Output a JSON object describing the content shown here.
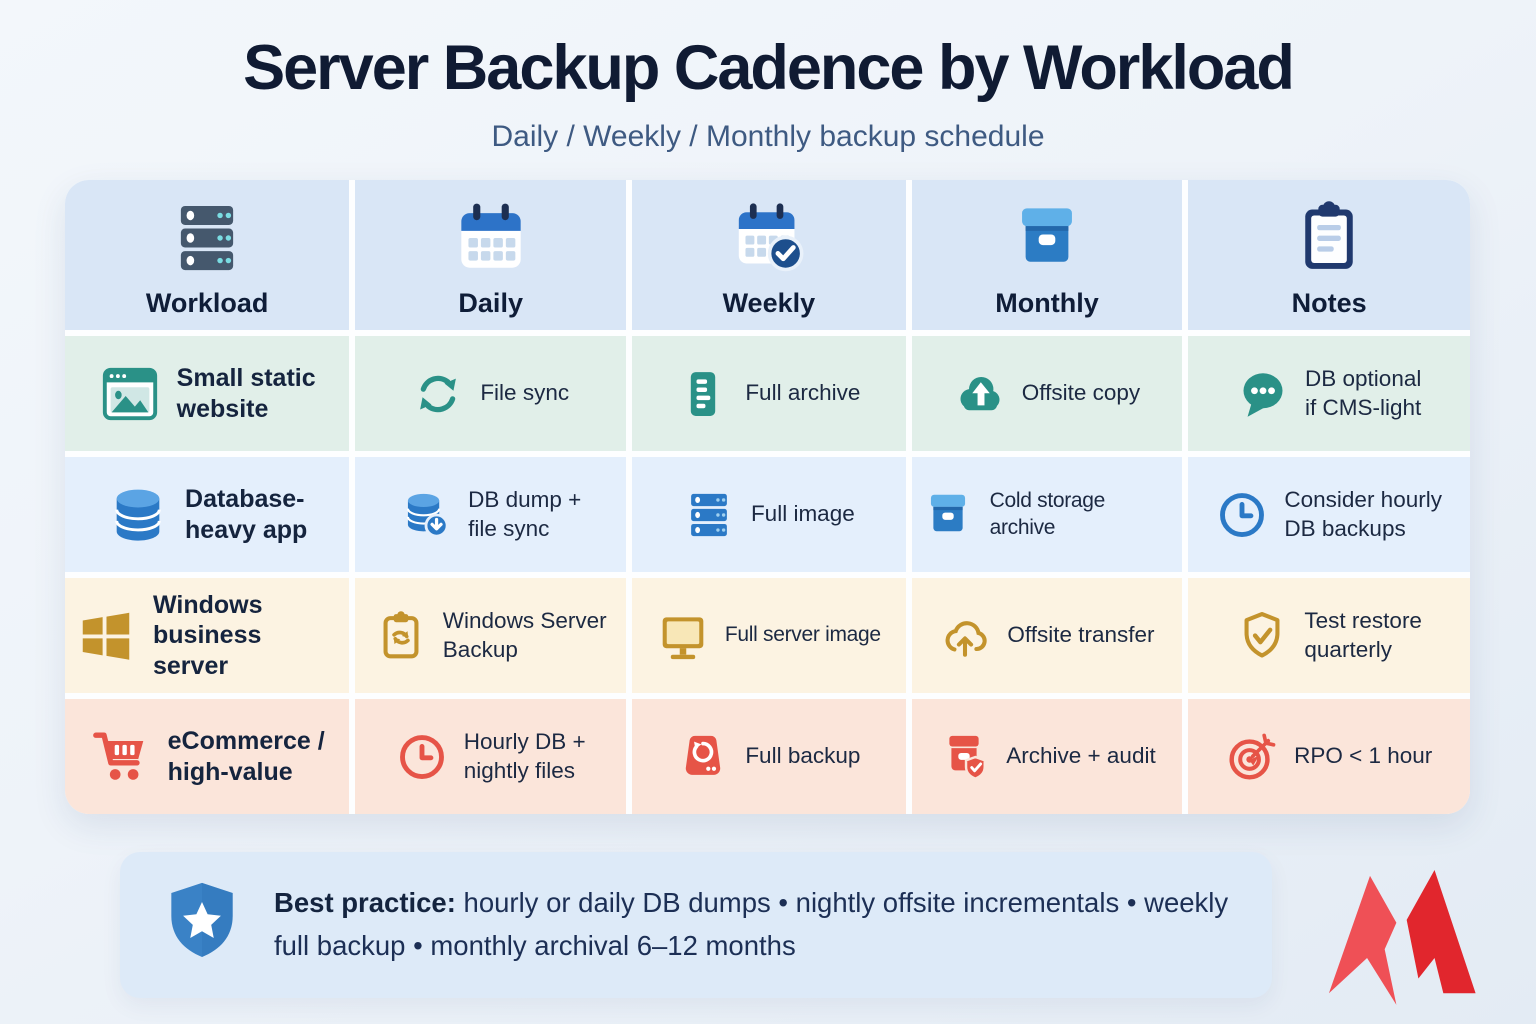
{
  "page": {
    "title": "Server Backup Cadence by Workload",
    "subtitle": "Daily / Weekly / Monthly backup schedule"
  },
  "table": {
    "header": {
      "columns": [
        {
          "label": "Workload",
          "icon": "server-stack-icon"
        },
        {
          "label": "Daily",
          "icon": "calendar-icon"
        },
        {
          "label": "Weekly",
          "icon": "calendar-check-icon"
        },
        {
          "label": "Monthly",
          "icon": "archive-box-icon"
        },
        {
          "label": "Notes",
          "icon": "clipboard-icon"
        }
      ]
    },
    "rows": [
      {
        "theme": "green",
        "workload": {
          "label": "Small static\nwebsite",
          "icon": "browser-image-icon"
        },
        "cells": [
          {
            "label": "File sync",
            "icon": "sync-arrows-icon"
          },
          {
            "label": "Full archive",
            "icon": "document-lines-icon"
          },
          {
            "label": "Offsite copy",
            "icon": "cloud-upload-icon"
          },
          {
            "label": "DB optional\nif CMS-light",
            "icon": "chat-dots-icon"
          }
        ]
      },
      {
        "theme": "blue",
        "workload": {
          "label": "Database-\nheavy app",
          "icon": "database-icon"
        },
        "cells": [
          {
            "label": "DB dump +\nfile sync",
            "icon": "database-download-icon"
          },
          {
            "label": "Full image",
            "icon": "server-rack-icon"
          },
          {
            "label": "Cold storage archive",
            "icon": "storage-box-icon"
          },
          {
            "label": "Consider hourly\nDB backups",
            "icon": "clock-icon"
          }
        ]
      },
      {
        "theme": "gold",
        "workload": {
          "label": "Windows\nbusiness server",
          "icon": "windows-icon"
        },
        "cells": [
          {
            "label": "Windows Server\nBackup",
            "icon": "clipboard-sync-icon"
          },
          {
            "label": "Full server image",
            "icon": "monitor-icon"
          },
          {
            "label": "Offsite transfer",
            "icon": "cloud-upload-outline-icon"
          },
          {
            "label": "Test restore\nquarterly",
            "icon": "shield-check-icon"
          }
        ]
      },
      {
        "theme": "red",
        "workload": {
          "label": "eCommerce /\nhigh-value",
          "icon": "shopping-cart-icon"
        },
        "cells": [
          {
            "label": "Hourly DB +\nnightly files",
            "icon": "clock-icon"
          },
          {
            "label": "Full backup",
            "icon": "harddrive-sync-icon"
          },
          {
            "label": "Archive + audit",
            "icon": "archive-shield-icon"
          },
          {
            "label": "RPO < 1 hour",
            "icon": "target-arrow-icon"
          }
        ]
      }
    ]
  },
  "footer": {
    "icon": "shield-star-icon",
    "label": "Best practice:",
    "text": "hourly or daily DB dumps  •  nightly offsite incrementals  •  weekly full backup  •  monthly archival 6–12 months"
  },
  "brand": {
    "logo_icon": "m-mountain-logo"
  },
  "colors": {
    "teal": "#2a9187",
    "blue": "#2b79c6",
    "gold": "#c3932c",
    "red": "#e65447",
    "header_bg": "#d9e6f6",
    "green_row_bg": "#e1efe9",
    "blue_row_bg": "#e4effc",
    "gold_row_bg": "#fcf3e2",
    "red_row_bg": "#fbe5da",
    "title": "#101b33",
    "subtitle": "#3e5a82",
    "footer_bg": "#ddeaf8",
    "logo_red_light": "#ef5056",
    "logo_red_dark": "#e1262d"
  }
}
